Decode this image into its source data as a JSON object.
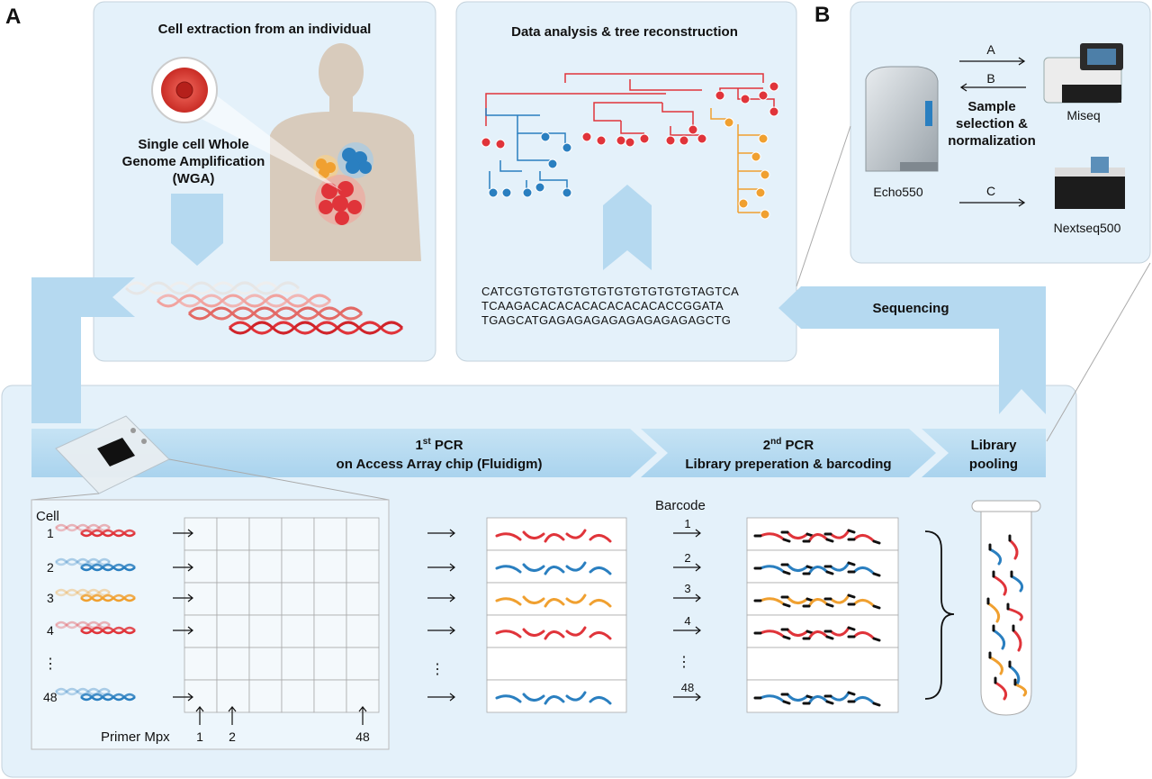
{
  "panel_labels": {
    "a": "A",
    "b": "B"
  },
  "cell_extraction": {
    "title": "Cell extraction from an individual",
    "wga_line1": "Single cell Whole",
    "wga_line2": "Genome Amplification",
    "wga_line3": "(WGA)"
  },
  "data_analysis": {
    "title": "Data analysis & tree reconstruction",
    "sequences": [
      "CATCGTGTGTGTGTGTGTGTGTGTGTAGTCA",
      "TCAAGACACACACACACACACACCGGATA",
      "TGAGCATGAGAGAGAGAGAGAGAGAGCTG"
    ]
  },
  "sequencing": {
    "label": "Sequencing",
    "machine_echo": "Echo550",
    "machine_miseq": "Miseq",
    "machine_nextseq": "Nextseq500",
    "arrow_a": "A",
    "arrow_b": "B",
    "arrow_c": "C",
    "selection_line1": "Sample",
    "selection_line2": "selection &",
    "selection_line3": "normalization"
  },
  "pipeline": {
    "pcr1_line1_main": "1",
    "pcr1_line1_sup": "st",
    "pcr1_line1_rest": " PCR",
    "pcr1_line2": "on Access Array chip (Fluidigm)",
    "pcr2_line1_main": "2",
    "pcr2_line1_sup": "nd",
    "pcr2_line1_rest": " PCR",
    "pcr2_line2": "Library preperation & barcoding",
    "pooling_line1": "Library",
    "pooling_line2": "pooling"
  },
  "grid": {
    "cell_label": "Cell",
    "rows": [
      "1",
      "2",
      "3",
      "4",
      "48"
    ],
    "primer_label": "Primer Mpx",
    "primers": [
      "1",
      "2",
      "48"
    ],
    "barcode_label": "Barcode",
    "barcodes": [
      "1",
      "2",
      "3",
      "4",
      "48"
    ]
  },
  "colors": {
    "red": "#e0343a",
    "blue": "#2a7fc0",
    "orange": "#f0a030",
    "panel": "#e4f1fa",
    "band": "#b5d9f0"
  }
}
